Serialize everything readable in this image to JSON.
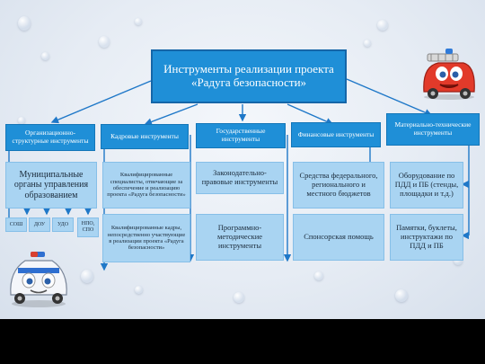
{
  "title": "Инструменты реализации проекта «Радуга безопасности»",
  "categories": [
    {
      "label": "Организационно-структурные инструменты"
    },
    {
      "label": "Кадровые инструменты"
    },
    {
      "label": "Государственные инструменты"
    },
    {
      "label": "Финансовые инструменты"
    },
    {
      "label": "Материально-технические инструменты"
    }
  ],
  "organizational": {
    "body": "Муниципальные органы управления образованием",
    "subitems": [
      "СОШ",
      "ДОУ",
      "УДО",
      "НПО, СПО"
    ]
  },
  "personnel": [
    "Квалифицированные специалисты, отвечающие за обеспечение и реализацию проекта «Радуга безопасности»",
    "Квалифицированные кадры, непосредственно участвующие в реализации проекта «Радуга безопасности»"
  ],
  "state": [
    "Законодательно-правовые инструменты",
    "Программно-методические инструменты"
  ],
  "financial": [
    "Средства федерального, регионального и местного бюджетов",
    "Спонсорская помощь"
  ],
  "material": [
    "Оборудование по ПДД и ПБ (стенды, площадки и т.д.)",
    "Памятки, буклеты, инструктажи по ПДД и ПБ"
  ],
  "colors": {
    "dark_box": "#1f8fd7",
    "light_box": "#a9d4f2",
    "connector": "#1f78c8",
    "background": "#e6ecf4"
  }
}
